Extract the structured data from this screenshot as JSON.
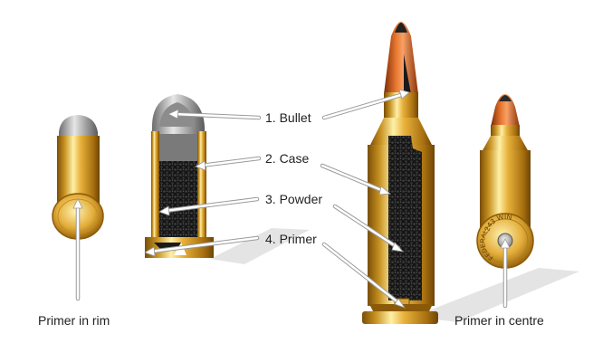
{
  "labels": {
    "bullet": "1. Bullet",
    "case": "2. Case",
    "powder": "3. Powder",
    "primer": "4. Primer",
    "primer_rim": "Primer in rim",
    "primer_centre": "Primer in centre"
  },
  "headstamp": {
    "caliber": "243 WIN",
    "maker": "FEDERAL"
  }
}
